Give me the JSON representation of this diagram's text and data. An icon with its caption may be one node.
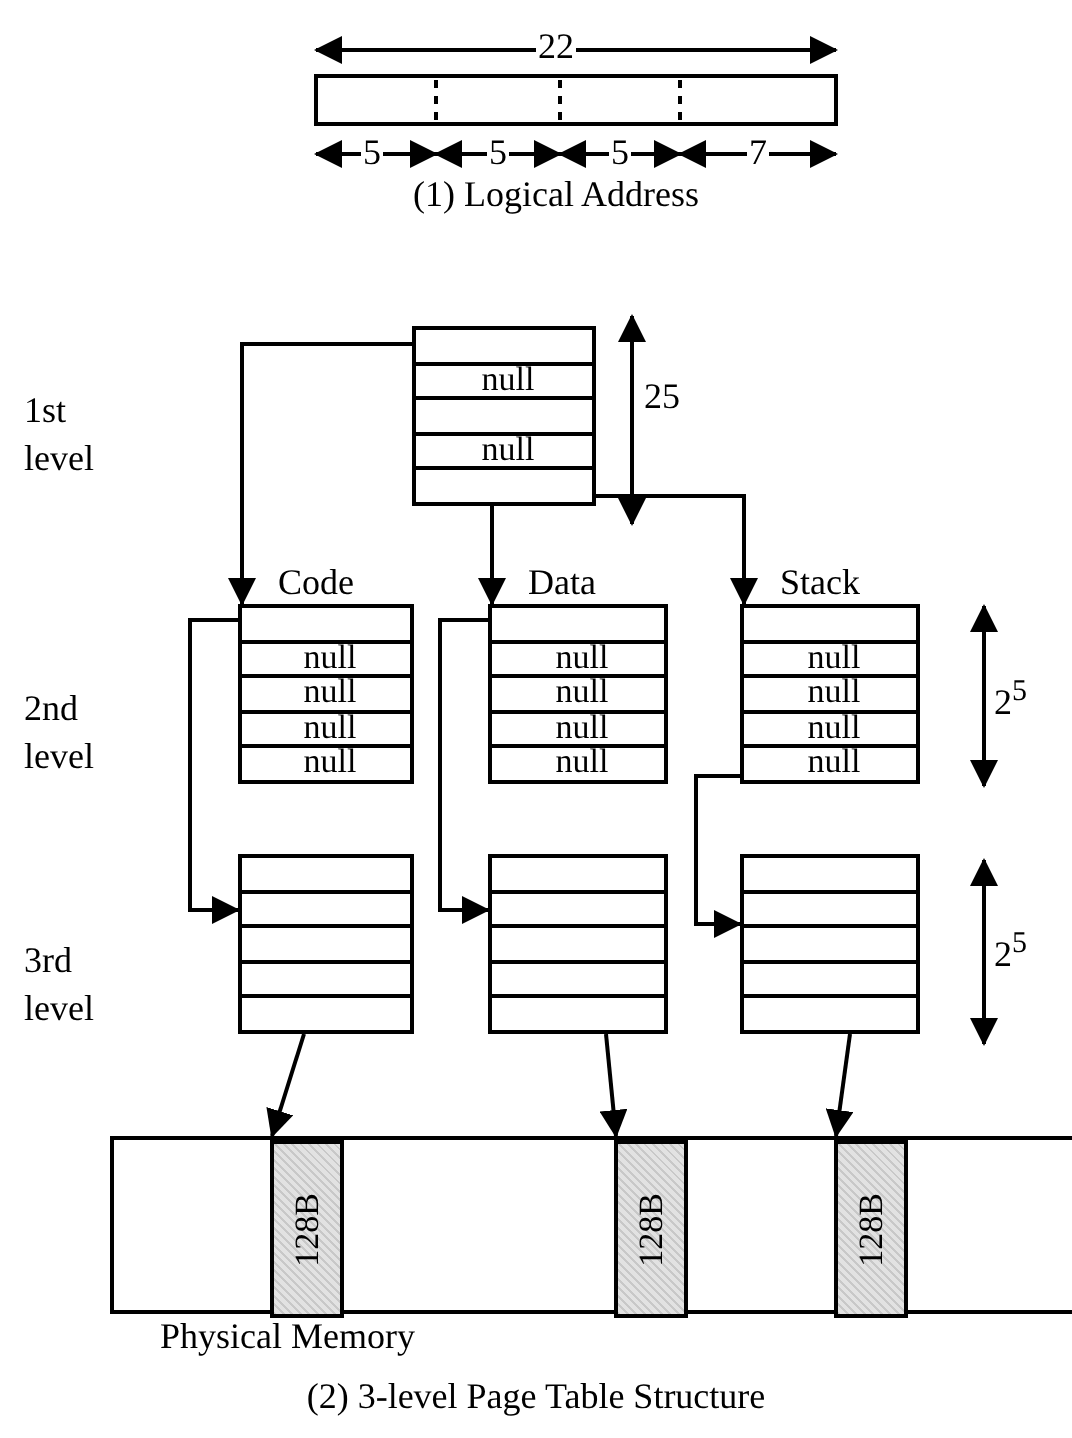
{
  "diagram": {
    "nodes": [
      {
        "text": [
          "null",
          "null"
        ]
      },
      {
        "text": [
          "Code",
          "null",
          "null",
          "null",
          "null"
        ]
      },
      {
        "text": [
          "Data",
          "null",
          "null",
          "null",
          "null"
        ]
      },
      {
        "text": [
          "Stack",
          "null",
          "null",
          "null",
          "null"
        ]
      },
      {
        "text": [],
        "shape": "box"
      },
      {
        "text": [],
        "shape": "box"
      },
      {
        "text": [],
        "shape": "box"
      },
      {
        "text": [
          "Physical Memory"
        ]
      },
      {
        "text": [
          "128B"
        ],
        "in": 7
      },
      {
        "text": [
          "128B"
        ],
        "in": 7
      },
      {
        "text": [
          "128B"
        ],
        "in": 7
      }
    ],
    "edges": [
      {
        "from": 0,
        "to": 1,
        "arrow": "to"
      },
      {
        "from": 0,
        "to": 2,
        "arrow": "to"
      },
      {
        "from": 0,
        "to": 3,
        "arrow": "to"
      },
      {
        "from": 1,
        "to": 4,
        "arrow": "to"
      },
      {
        "from": 2,
        "to": 5,
        "arrow": "to"
      },
      {
        "from": 3,
        "to": 6,
        "arrow": "to"
      },
      {
        "from": 4,
        "to": 8,
        "arrow": "to"
      },
      {
        "from": 5,
        "to": 9,
        "arrow": "to"
      },
      {
        "from": 6,
        "to": 10,
        "arrow": "to"
      }
    ],
    "labels": [
      "22",
      "5",
      "5",
      "5",
      "7",
      "(1) Logical Address",
      "25",
      "1st level",
      "2nd level",
      "2$^{5}$",
      "3rd level",
      "2$^{5}$",
      "(2) 3-level Page Table Structure"
    ]
  }
}
